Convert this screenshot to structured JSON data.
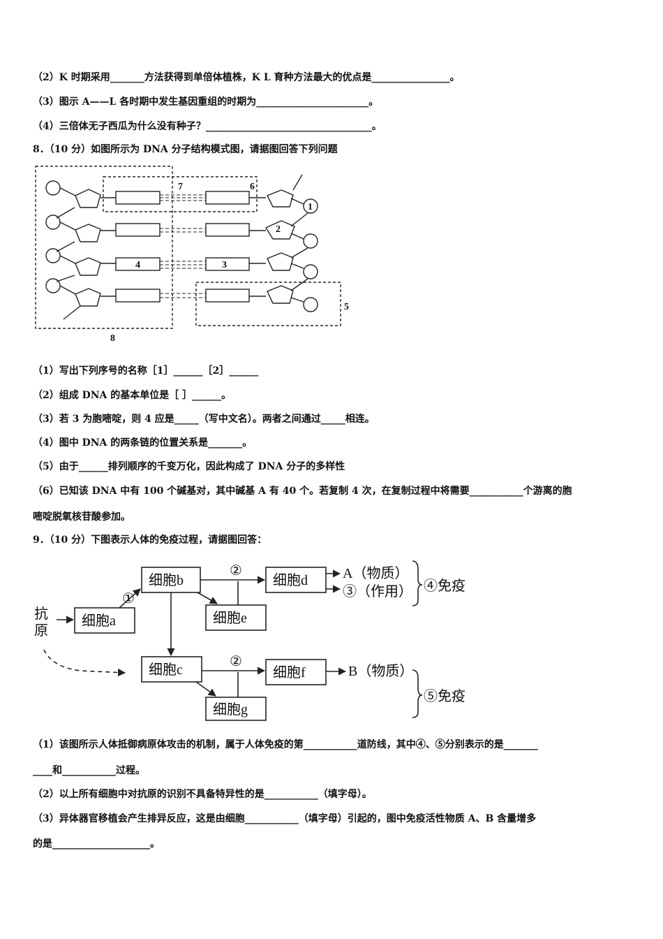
{
  "lines": {
    "l1": "（2）K 时期采用_______方法获得到单倍体植株，K L 育种方法最大的优点是________________。",
    "l2": "（3）图示 A——L 各时期中发生基因重组的时期为_______________________。",
    "l3": "（4）三倍体无子西瓜为什么没有种子？__________________________________。",
    "q8": "8．（10 分）如图所示为 DNA 分子结构模式图，请据图回答下列问题",
    "q8_1": "（1）写出下列序号的名称［1］______［2］______",
    "q8_2": "（2）组成 DNA 的基本单位是［ ］______。",
    "q8_3": "（3）若 3 为胞嘧啶，则 4 应是_____（写中文名）。两者之间通过_____相连。",
    "q8_4": "（4）图中 DNA 的两条链的位置关系是_______。",
    "q8_5": "（5）由于______排列顺序的千变万化，因此构成了 DNA 分子的多样性",
    "q8_6a": "（6）已知该 DNA 中有 100 个碱基对，其中碱基 A 有 40 个。若复制 4 次，在复制过程中将需要___________个游离的胞",
    "q8_6b": "嘧啶脱氧核苷酸参加。",
    "q9": "9．（10 分）下图表示人体的免疫过程，请据图回答：",
    "q9_1a": "（1）该图所示人体抵御病原体攻击的机制，属于人体免疫的第___________道防线，其中④、⑤分别表示的是_______",
    "q9_1b": "____和___________过程。",
    "q9_2": "（2）以上所有细胞中对抗原的识别不具备特异性的是___________（填字母）。",
    "q9_3a": "（3）异体器官移植会产生排异反应，这是由细胞___________（填字母）引起的，图中免疫活性物质 A、B 含量增多",
    "q9_3b": "的是____________________。"
  },
  "dna_labels": {
    "n1": "1",
    "n2": "2",
    "n3": "3",
    "n4": "4",
    "n5": "5",
    "n6": "6",
    "n7": "7",
    "n8": "8"
  },
  "immune": {
    "antigen_1": "抗",
    "antigen_2": "原",
    "cell_a": "细胞a",
    "cell_b": "细胞b",
    "cell_c": "细胞c",
    "cell_d": "细胞d",
    "cell_e": "细胞e",
    "cell_f": "细胞f",
    "cell_g": "细胞g",
    "step1": "①",
    "step2_top": "②",
    "step2_bot": "②",
    "out_A": "A（物质）",
    "out_3": "③（作用）",
    "out_B": "B（物质）",
    "imm4": "④免疫",
    "imm5": "⑤免疫"
  }
}
